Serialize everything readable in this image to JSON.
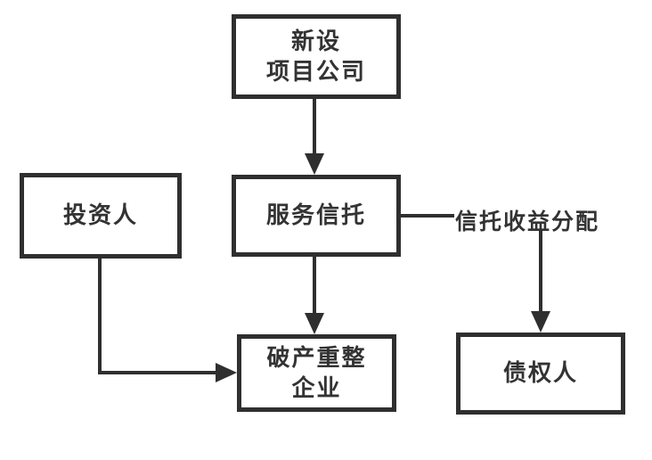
{
  "nodes": {
    "new_project_company": {
      "label": "新设\n项目公司"
    },
    "service_trust": {
      "label": "服务信托"
    },
    "investor": {
      "label": "投资人"
    },
    "reorg_enterprise": {
      "label": "破产重整\n企业"
    },
    "creditor": {
      "label": "债权人"
    }
  },
  "edges": {
    "trust_income_label": "信托收益分配"
  },
  "connections": [
    {
      "from": "new_project_company",
      "to": "service_trust",
      "label": ""
    },
    {
      "from": "service_trust",
      "to": "reorg_enterprise",
      "label": ""
    },
    {
      "from": "investor",
      "to": "reorg_enterprise",
      "label": ""
    },
    {
      "from": "service_trust",
      "to": "creditor",
      "label": "信托收益分配"
    }
  ],
  "colors": {
    "line": "#2f2f2f",
    "text": "#333333",
    "background": "#ffffff"
  }
}
